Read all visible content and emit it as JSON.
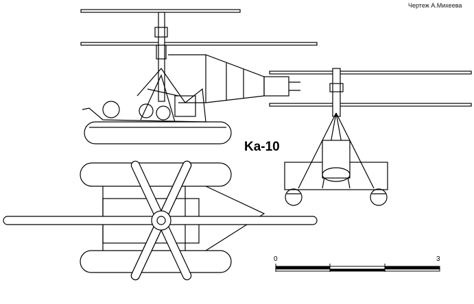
{
  "author_credit": "Чертеж А.Михеева",
  "aircraft_title": "Ka-10",
  "scale_bar": {
    "start_label": "0",
    "end_label": "3"
  },
  "colors": {
    "ink": "#000000",
    "paper": "#ffffff"
  }
}
